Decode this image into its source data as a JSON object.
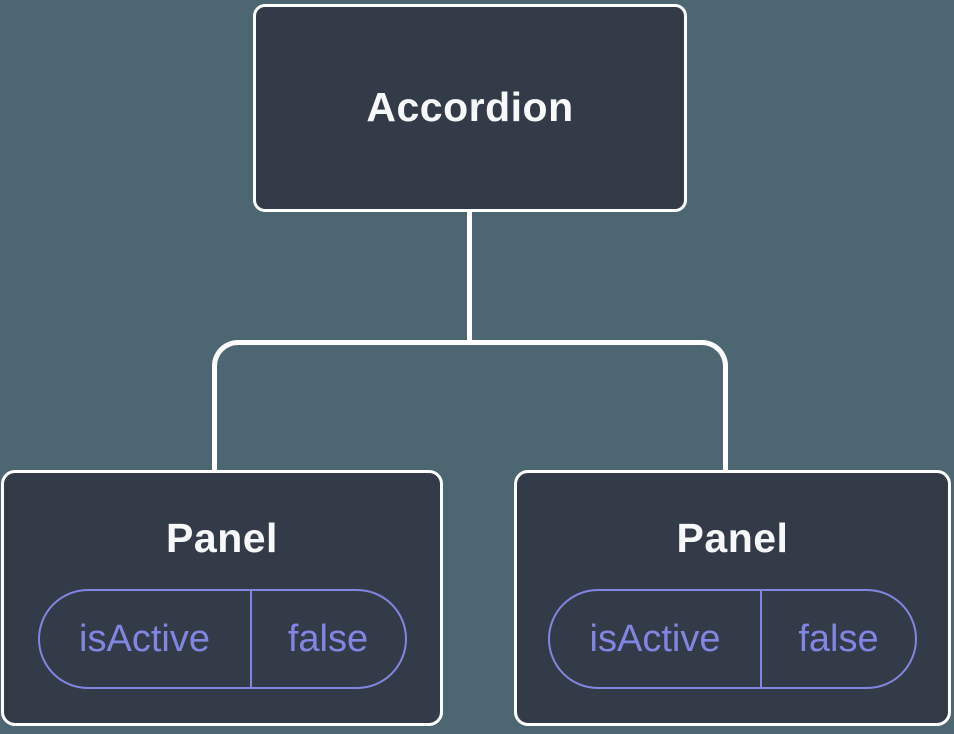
{
  "diagram": {
    "root": {
      "label": "Accordion"
    },
    "children": [
      {
        "label": "Panel",
        "props": [
          {
            "name": "isActive",
            "value": "false"
          }
        ]
      },
      {
        "label": "Panel",
        "props": [
          {
            "name": "isActive",
            "value": "false"
          }
        ]
      }
    ]
  },
  "colors": {
    "bg": "#4D6772",
    "node_fill": "#343B48",
    "node_border": "#FFFFFF",
    "node_text": "#F7F8F9",
    "accent": "#8086E2",
    "connector": "#FFFFFF"
  }
}
